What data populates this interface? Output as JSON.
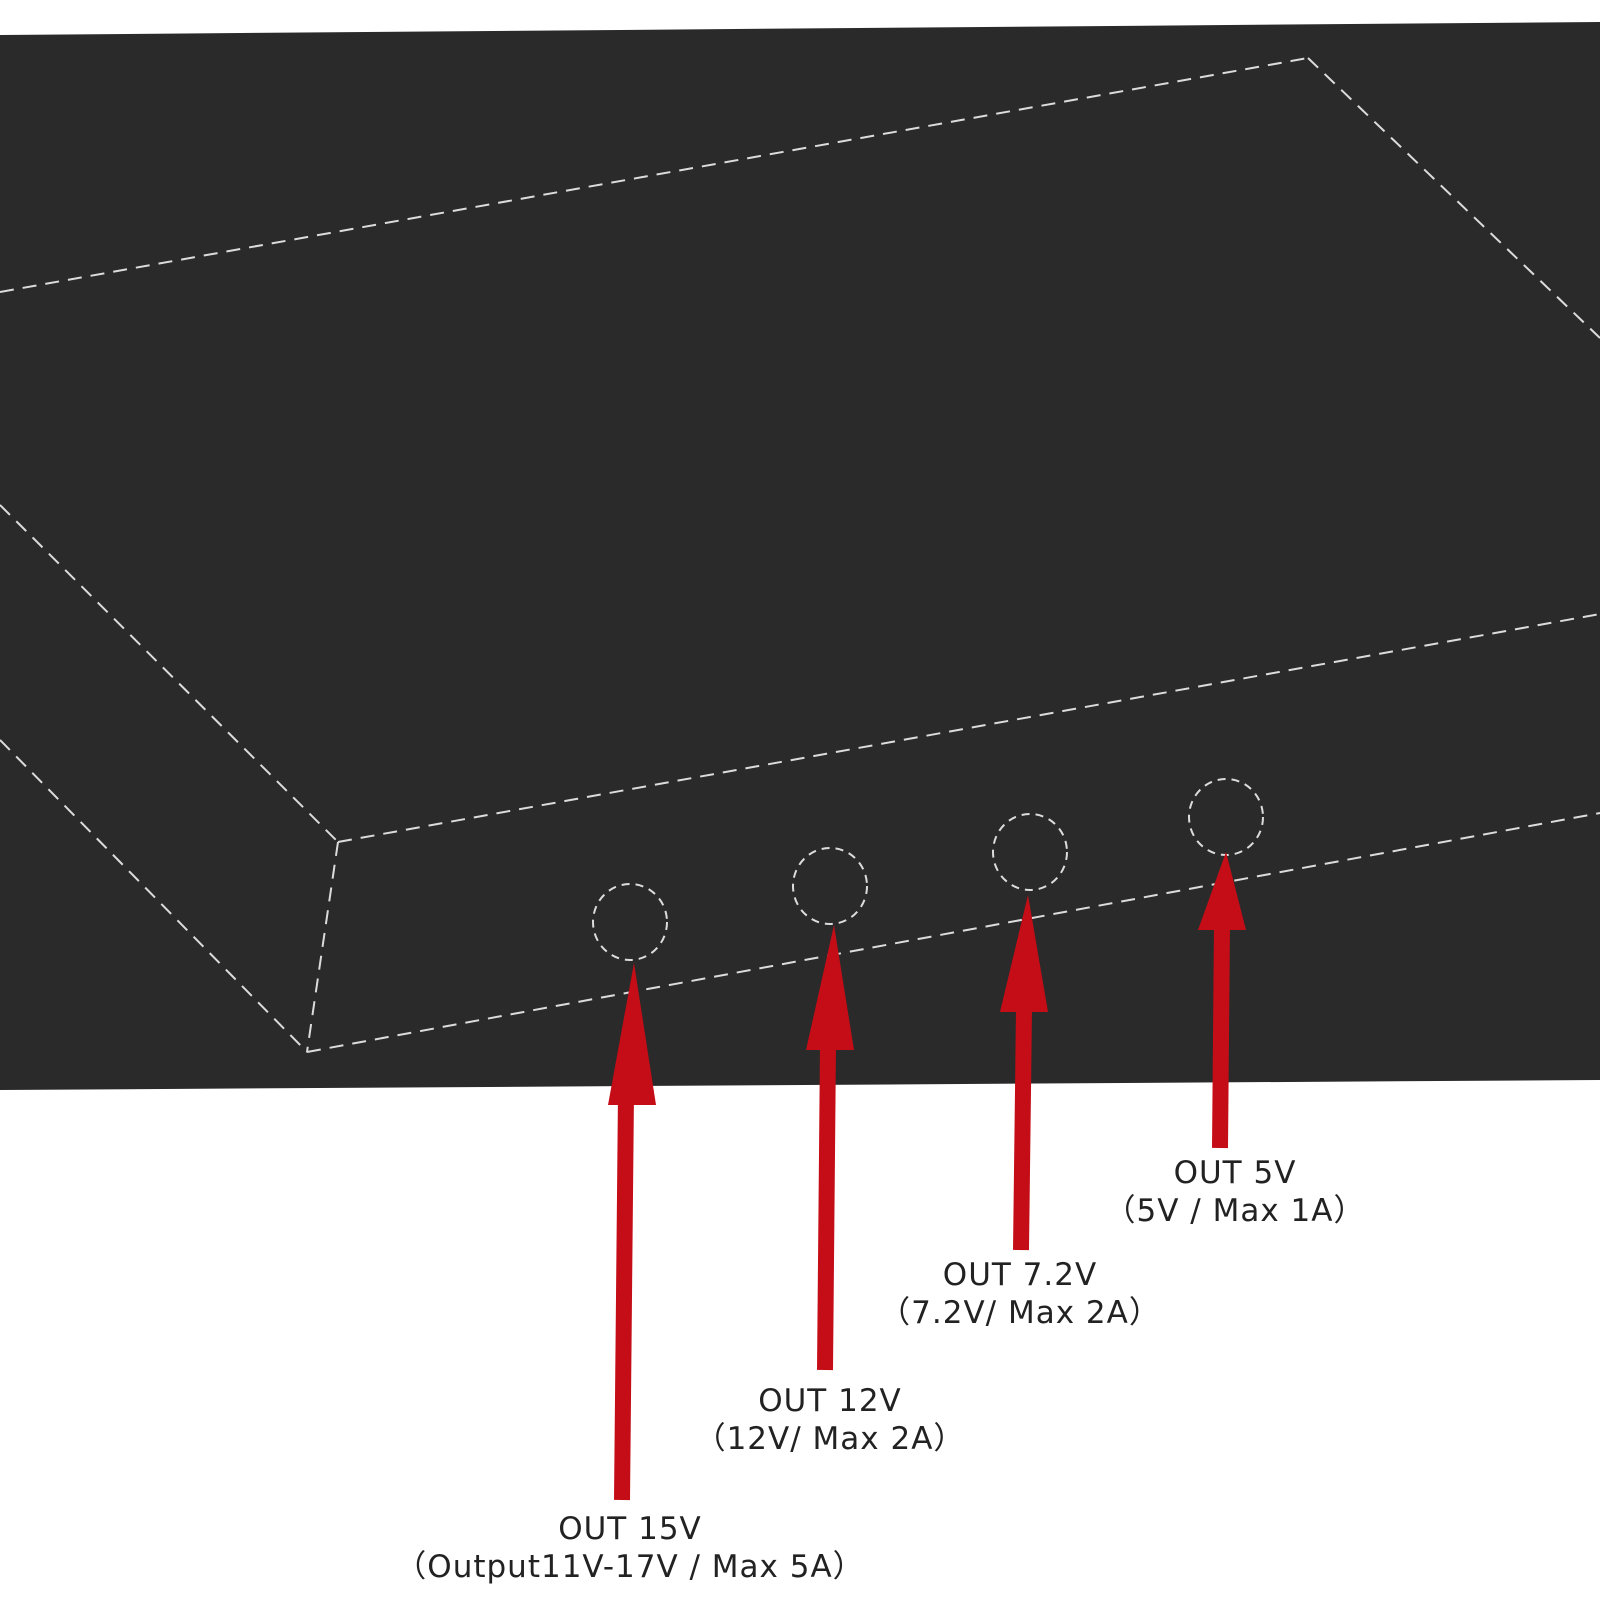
{
  "colors": {
    "background": "#ffffff",
    "panel": "#2b2a2a",
    "dashed_outline": "#dcdcdc",
    "arrow": "#c40d17",
    "text": "#222222"
  },
  "outputs": [
    {
      "title": "OUT   15V",
      "subtitle": "（Output11V-17V / Max 5A）"
    },
    {
      "title": "OUT   12V",
      "subtitle": "（12V/ Max 2A）"
    },
    {
      "title": "OUT   7.2V",
      "subtitle": "（7.2V/ Max 2A）"
    },
    {
      "title": "OUT   5V",
      "subtitle": "（5V / Max 1A）"
    }
  ]
}
